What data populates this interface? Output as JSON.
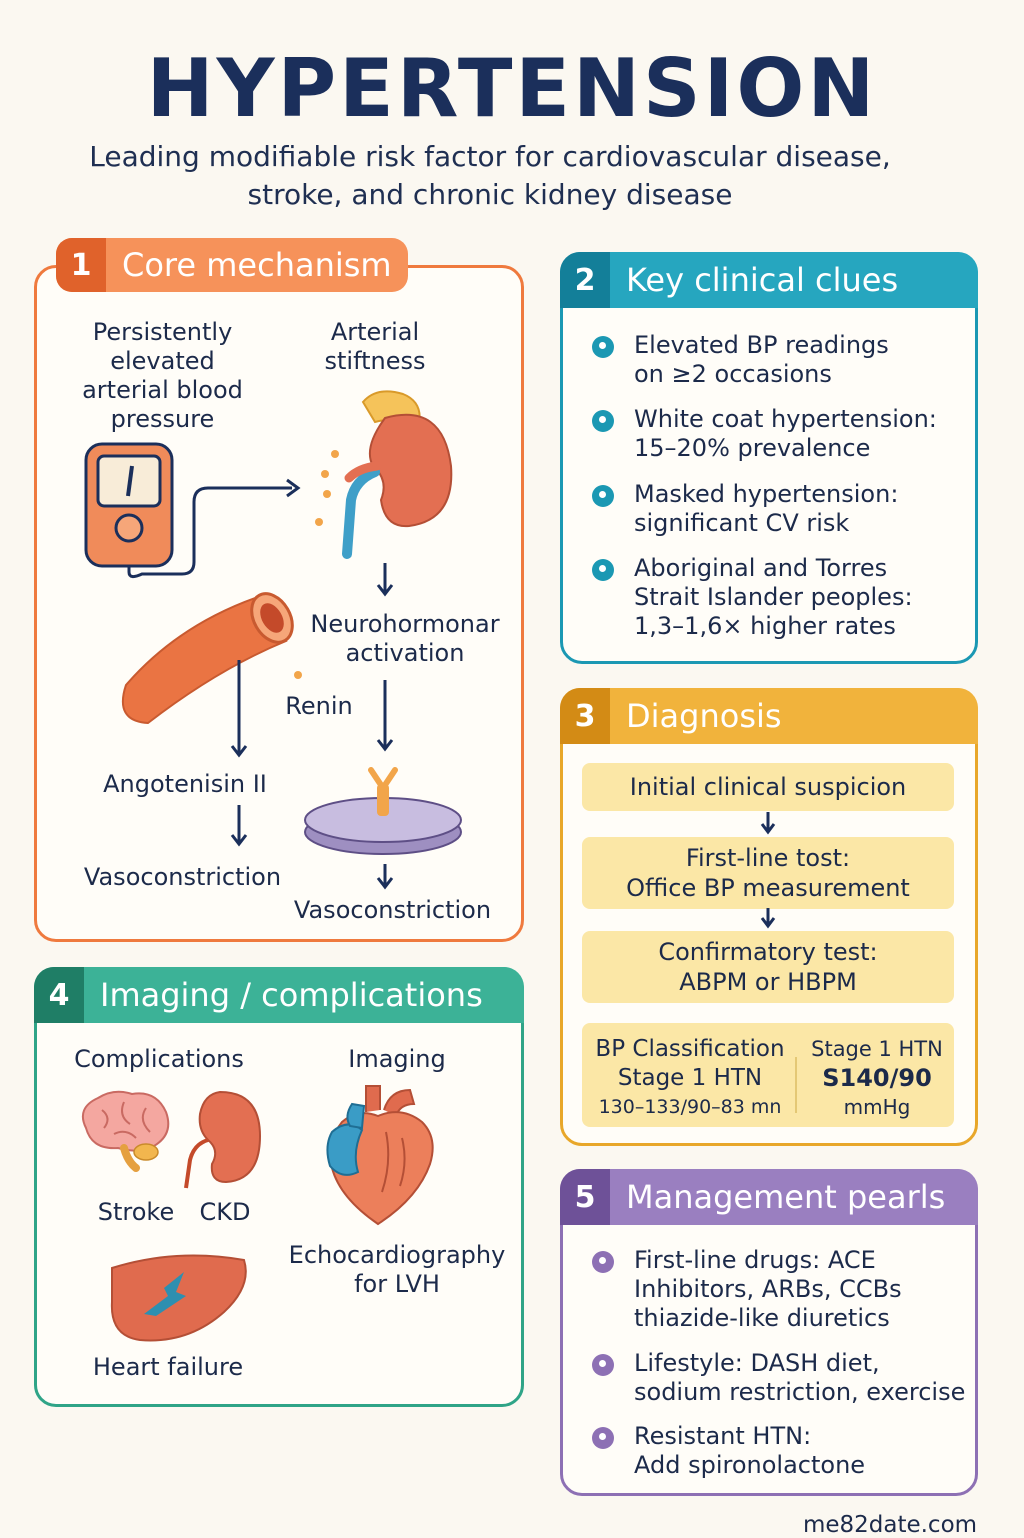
{
  "title": "HYPERTENSION",
  "subtitle_line1": "Leading modifiable risk factor for cardiovascular disease,",
  "subtitle_line2": "stroke, and chronic kidney disease",
  "colors": {
    "mechanism": "#ef7a3e",
    "clues": "#1b98b3",
    "diagnosis": "#e8a72a",
    "imaging": "#2fa487",
    "management": "#8d70b4",
    "navy": "#1b2f5b"
  },
  "sections": {
    "mechanism": {
      "number": "1",
      "title": "Core mechanism",
      "bp_label": [
        "Persistently",
        "elevated",
        "arterial blood",
        "pressure"
      ],
      "stiffness_label": [
        "Arterial",
        "stiftness"
      ],
      "neuro_label": [
        "Neurohormonar",
        "activation"
      ],
      "renin": "Renin",
      "angiotensin": "Angotenisin II",
      "vaso_left": "Vasoconstriction",
      "vaso_right": "Vasoconstriction"
    },
    "clues": {
      "number": "2",
      "title": "Key clinical clues",
      "items": [
        [
          "Elevated BP readings",
          "on ≥2 occasions"
        ],
        [
          "White coat hypertension:",
          "15–20% prevalence"
        ],
        [
          "Masked hypertension:",
          "significant CV risk"
        ],
        [
          "Aboriginal and Torres",
          "Strait Islander peoples:",
          "1,3–1,6× higher rates"
        ]
      ]
    },
    "diagnosis": {
      "number": "3",
      "title": "Diagnosis",
      "steps": [
        [
          "Initial clinical suspicion"
        ],
        [
          "First-line tost:",
          "Office BP measurement"
        ],
        [
          "Confirmatory test:",
          "ABPM or HBPM"
        ]
      ],
      "classification": {
        "heading": "BP Classification",
        "left_stage": "Stage 1 HTN",
        "left_range": "130–133/90–83 mn",
        "right_stage": "Stage 1 HTN",
        "right_value": "S140/90",
        "right_unit": "mmHg"
      }
    },
    "imaging": {
      "number": "4",
      "title": "Imaging / complications",
      "complications_heading": "Complications",
      "imaging_heading": "Imaging",
      "stroke": "Stroke",
      "ckd": "CKD",
      "heart_failure": "Heart failure",
      "echo": [
        "Echocardiography",
        "for LVH"
      ]
    },
    "management": {
      "number": "5",
      "title": "Management pearls",
      "items": [
        [
          "First-line drugs: ACE",
          "Inhibitors, ARBs, CCBs",
          "thiazide-like diuretics"
        ],
        [
          "Lifestyle: DASH diet,",
          "sodium restriction, exercise"
        ],
        [
          "Resistant HTN:",
          "Add spironolactone"
        ]
      ]
    }
  },
  "footer": "me82date.com"
}
